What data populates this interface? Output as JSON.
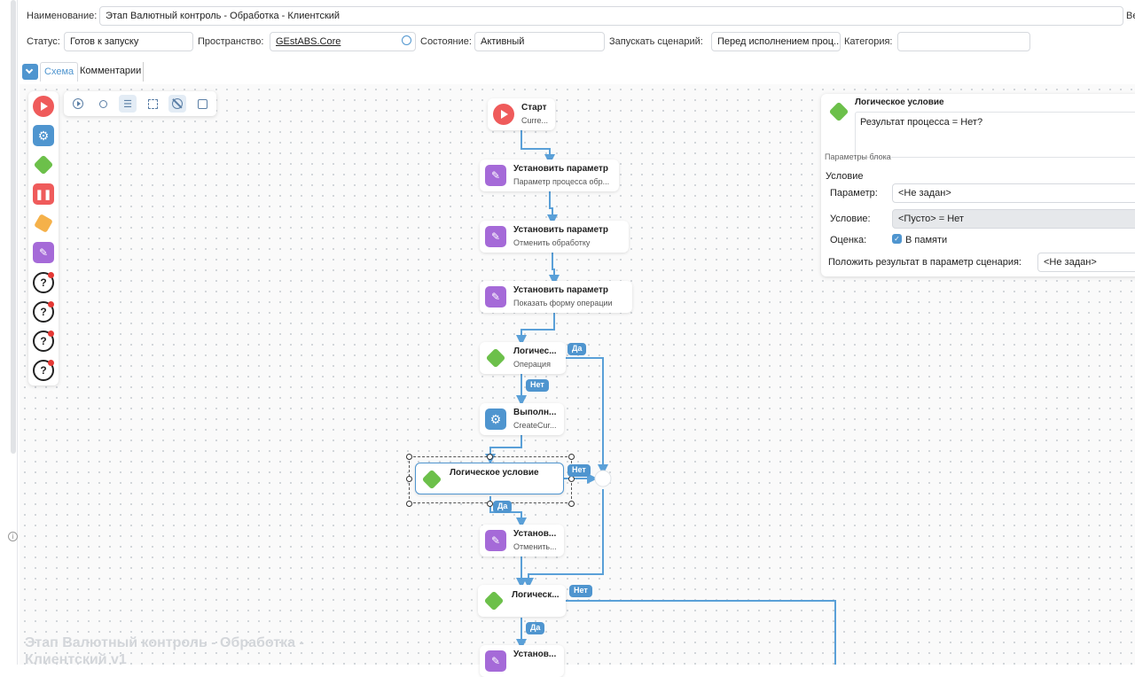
{
  "header": {
    "name_label": "Наименование:",
    "name_value": "Этап Валютный контроль - Обработка - Клиентский",
    "status_label": "Статус:",
    "status_value": "Готов к запуску",
    "space_label": "Пространство:",
    "space_value": "GEstABS.Core",
    "state_label": "Состояние:",
    "state_value": "Активный",
    "launch_label": "Запускать сценарий:",
    "launch_value": "Перед исполнением проц...",
    "category_label": "Категория:",
    "category_value": "",
    "right_cut": "Ве"
  },
  "tabs": [
    {
      "label": "Схема"
    },
    {
      "label": "Комментарии"
    }
  ],
  "palette": [
    {
      "icon": "play-icon",
      "color": "#ef5b5b"
    },
    {
      "icon": "gear-icon",
      "color": "#4f95cf"
    },
    {
      "icon": "condition-icon",
      "color": "#6cc04a"
    },
    {
      "icon": "pause-icon",
      "color": "#ef5b5b"
    },
    {
      "icon": "cube-icon",
      "color": "#f5b14a"
    },
    {
      "icon": "pencil-icon",
      "color": "#a56ad8"
    },
    {
      "icon": "question-icon",
      "color": "#222222"
    },
    {
      "icon": "question-icon",
      "color": "#222222"
    },
    {
      "icon": "question-icon",
      "color": "#222222"
    },
    {
      "icon": "question-icon",
      "color": "#222222"
    }
  ],
  "toolbar": [
    {
      "icon": "run-icon"
    },
    {
      "icon": "search-icon"
    },
    {
      "icon": "list-icon"
    },
    {
      "icon": "fit-icon"
    },
    {
      "icon": "hide-icon"
    },
    {
      "icon": "scan-icon"
    }
  ],
  "nodes": {
    "start": {
      "title": "Старт",
      "sub": "Curre..."
    },
    "set1": {
      "title": "Установить параметр",
      "sub": "Параметр процесса обр..."
    },
    "set2": {
      "title": "Установить параметр",
      "sub": "Отменить обработку"
    },
    "set3": {
      "title": "Установить параметр",
      "sub": "Показать форму операции"
    },
    "cond1": {
      "title": "Логичес...",
      "sub": "Операция"
    },
    "exec": {
      "title": "Выполн...",
      "sub": "CreateCur..."
    },
    "cond2": {
      "title": "Логическое условие",
      "sub": ""
    },
    "set4": {
      "title": "Установ...",
      "sub": "Отменить..."
    },
    "cond3": {
      "title": "Логическ...",
      "sub": ""
    },
    "set5": {
      "title": "Установ...",
      "sub": ""
    }
  },
  "badges": {
    "yes1": "Да",
    "no1": "Нет",
    "no2": "Нет",
    "yes2": "Да",
    "no3": "Нет",
    "yes3": "Да"
  },
  "props": {
    "title": "Логическое условие",
    "description": "Результат процесса = Нет?",
    "block_params": "Параметры блока",
    "section": "Условие",
    "param_label": "Параметр:",
    "param_value": "<Не задан>",
    "cond_label": "Условие:",
    "cond_value": "<Пусто> = Нет",
    "eval_label": "Оценка:",
    "eval_value": "В памяти",
    "result_label": "Положить результат в параметр сценария:",
    "result_value": "<Не задан>"
  },
  "watermark": {
    "line1": "Этап Валютный контроль - Обработка -",
    "line2": "Клиентский v1"
  },
  "colors": {
    "accent": "#4f95cf",
    "connector": "#5aa0d8",
    "green": "#6cc04a",
    "purple": "#a56ad8",
    "red": "#ef5b5b"
  }
}
